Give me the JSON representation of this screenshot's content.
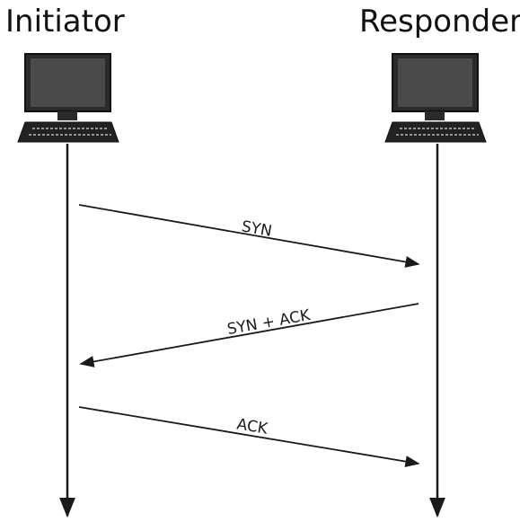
{
  "participants": {
    "initiator": "Initiator",
    "responder": "Responder"
  },
  "messages": [
    {
      "label": "SYN",
      "from": "initiator",
      "to": "responder"
    },
    {
      "label": "SYN + ACK",
      "from": "responder",
      "to": "initiator"
    },
    {
      "label": "ACK",
      "from": "initiator",
      "to": "responder"
    }
  ],
  "colors": {
    "ink": "#1a1a1a",
    "screen": "#3a3a3a",
    "monitor_body": "#2a2a2a"
  },
  "icons": {
    "initiator": "desktop-computer-icon",
    "responder": "desktop-computer-icon"
  }
}
